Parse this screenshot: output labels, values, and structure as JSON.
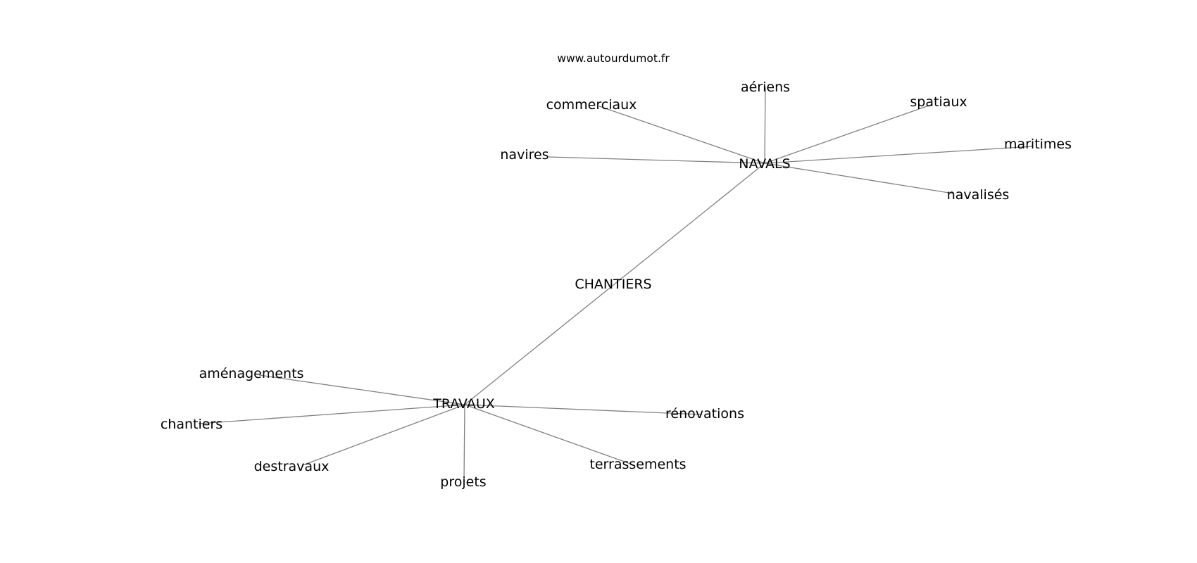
{
  "watermark": "www.autourdumot.fr",
  "graph": {
    "center": "CHANTIERS",
    "hubs": [
      "NAVALS",
      "TRAVAUX"
    ],
    "nodes": [
      {
        "id": "chantiers_center",
        "label": "CHANTIERS"
      },
      {
        "id": "navals",
        "label": "NAVALS"
      },
      {
        "id": "travaux",
        "label": "TRAVAUX"
      },
      {
        "id": "aeriens",
        "label": "aériens"
      },
      {
        "id": "commerciaux",
        "label": "commerciaux"
      },
      {
        "id": "spatiaux",
        "label": "spatiaux"
      },
      {
        "id": "maritimes",
        "label": "maritimes"
      },
      {
        "id": "navires",
        "label": "navires"
      },
      {
        "id": "navalises",
        "label": "navalisés"
      },
      {
        "id": "amenagements",
        "label": "aménagements"
      },
      {
        "id": "chantiers",
        "label": "chantiers"
      },
      {
        "id": "destravaux",
        "label": "destravaux"
      },
      {
        "id": "projets",
        "label": "projets"
      },
      {
        "id": "terrassements",
        "label": "terrassements"
      },
      {
        "id": "renovations",
        "label": "rénovations"
      }
    ],
    "edges": [
      [
        "navals",
        "travaux"
      ],
      [
        "navals",
        "aeriens"
      ],
      [
        "navals",
        "commerciaux"
      ],
      [
        "navals",
        "spatiaux"
      ],
      [
        "navals",
        "maritimes"
      ],
      [
        "navals",
        "navires"
      ],
      [
        "navals",
        "navalises"
      ],
      [
        "travaux",
        "amenagements"
      ],
      [
        "travaux",
        "chantiers"
      ],
      [
        "travaux",
        "destravaux"
      ],
      [
        "travaux",
        "projets"
      ],
      [
        "travaux",
        "terrassements"
      ],
      [
        "travaux",
        "renovations"
      ]
    ]
  }
}
